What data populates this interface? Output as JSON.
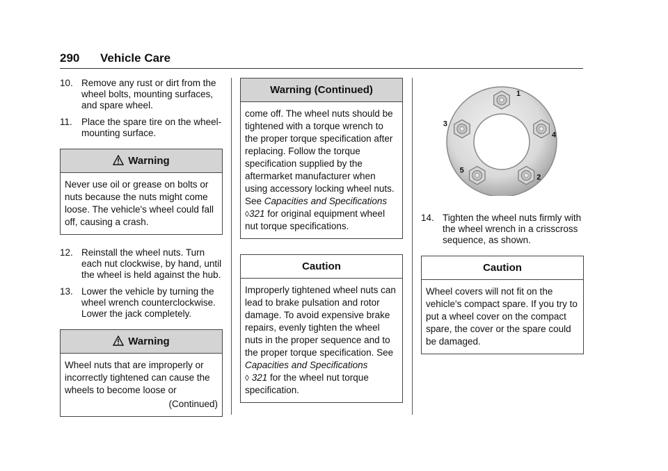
{
  "header": {
    "page_number": "290",
    "title": "Vehicle Care"
  },
  "steps": [
    {
      "num": "10.",
      "text": "Remove any rust or dirt from the wheel bolts, mounting surfaces, and spare wheel."
    },
    {
      "num": "11.",
      "text": "Place the spare tire on the wheel-mounting surface."
    },
    {
      "num": "12.",
      "text": "Reinstall the wheel nuts. Turn each nut clockwise, by hand, until the wheel is held against the hub."
    },
    {
      "num": "13.",
      "text": "Lower the vehicle by turning the wheel wrench counterclockwise. Lower the jack completely."
    },
    {
      "num": "14.",
      "text": "Tighten the wheel nuts firmly with the wheel wrench in a crisscross sequence, as shown."
    }
  ],
  "warning1": {
    "title": "Warning",
    "body": "Never use oil or grease on bolts or nuts because the nuts might come loose. The vehicle's wheel could fall off, causing a crash."
  },
  "warning2": {
    "title": "Warning",
    "body": "Wheel nuts that are improperly or incorrectly tightened can cause the wheels to become loose or",
    "continued": "(Continued)"
  },
  "warning_cont": {
    "title": "Warning  (Continued)",
    "body_a": "come off. The wheel nuts should be tightened with a torque wrench to the proper torque specification after replacing. Follow the torque specification supplied by the aftermarket manufacturer when using accessory locking wheel nuts. See ",
    "ref": "Capacities and Specifications",
    "arrow": "◊",
    "page": "321",
    "body_b": " for original equipment wheel nut torque specifications."
  },
  "caution1": {
    "title": "Caution",
    "body_a": "Improperly tightened wheel nuts can lead to brake pulsation and rotor damage. To avoid expensive brake repairs, evenly tighten the wheel nuts in the proper sequence and to the proper torque specification. See ",
    "ref": "Capacities and Specifications",
    "arrow": "◊",
    "page": "321",
    "body_b": " for the wheel nut torque specification."
  },
  "caution2": {
    "title": "Caution",
    "body": "Wheel covers will not fit on the vehicle's compact spare. If you try to put a wheel cover on the compact spare, the cover or the spare could be damaged."
  },
  "diagram": {
    "labels": [
      "1",
      "2",
      "3",
      "4",
      "5"
    ],
    "colors": {
      "rim_outer": "#e6e6e6",
      "rim_shade": "#b8b8b8",
      "nut": "#d6d6d6",
      "nut_edge": "#777777"
    }
  }
}
